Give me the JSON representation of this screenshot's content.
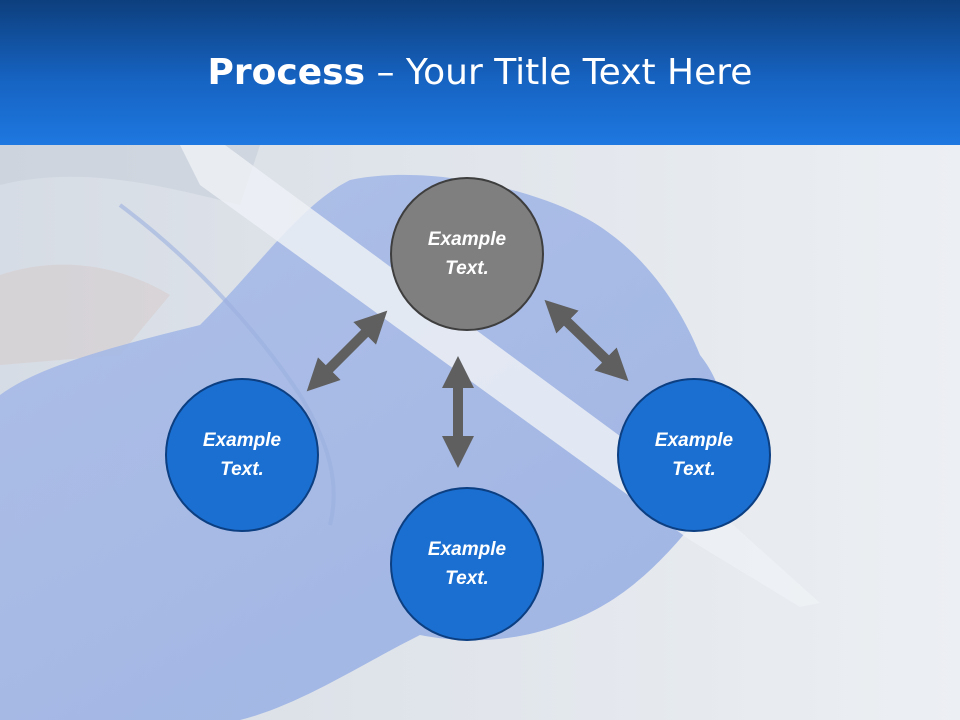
{
  "slide": {
    "title_bold": "Process",
    "title_rest": " – Your Title Text Here"
  },
  "diagram": {
    "nodes": [
      {
        "id": "top",
        "label": "Example\nText.",
        "color": "#7f7f7f"
      },
      {
        "id": "left",
        "label": "Example\nText.",
        "color": "#1a6fd1"
      },
      {
        "id": "right",
        "label": "Example\nText.",
        "color": "#1a6fd1"
      },
      {
        "id": "bottom",
        "label": "Example\nText.",
        "color": "#1a6fd1"
      }
    ],
    "arrow_color": "#5f5f5f"
  },
  "colors": {
    "header_top": "#0d3f7d",
    "header_bottom": "#1e78e0",
    "background": "#dfe5ec"
  }
}
